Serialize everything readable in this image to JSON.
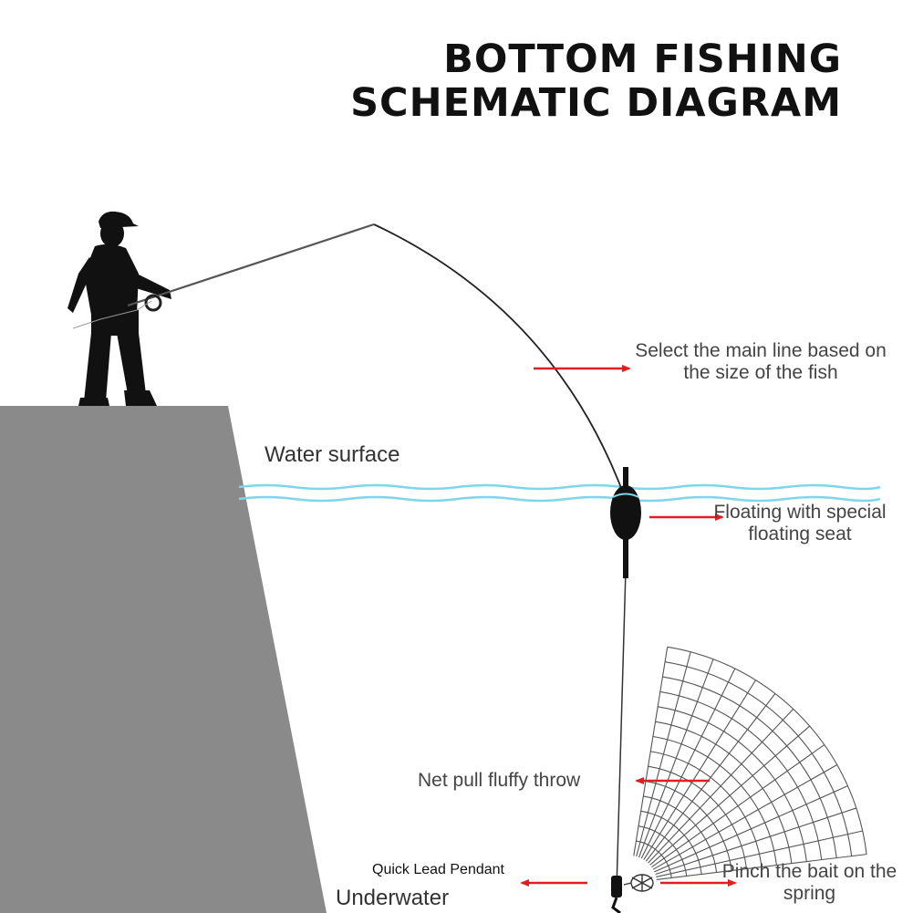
{
  "title": {
    "line1": "BOTTOM FISHING",
    "line2": "SCHEMATIC DIAGRAM"
  },
  "labels": {
    "main_line_1": "Select the main line based on",
    "main_line_2": "the size of the fish",
    "water_surface": "Water surface",
    "float_1": "Floating with special",
    "float_2": "floating seat",
    "net": "Net pull fluffy throw",
    "lead": "Quick Lead Pendant",
    "underwater": "Underwater",
    "bait_1": "Pinch the bait on the",
    "bait_2": "spring"
  },
  "colors": {
    "arrow": "#e02020",
    "water": "#7fd6ea",
    "ground": "#8a8a8a",
    "silhouette": "#111111"
  }
}
